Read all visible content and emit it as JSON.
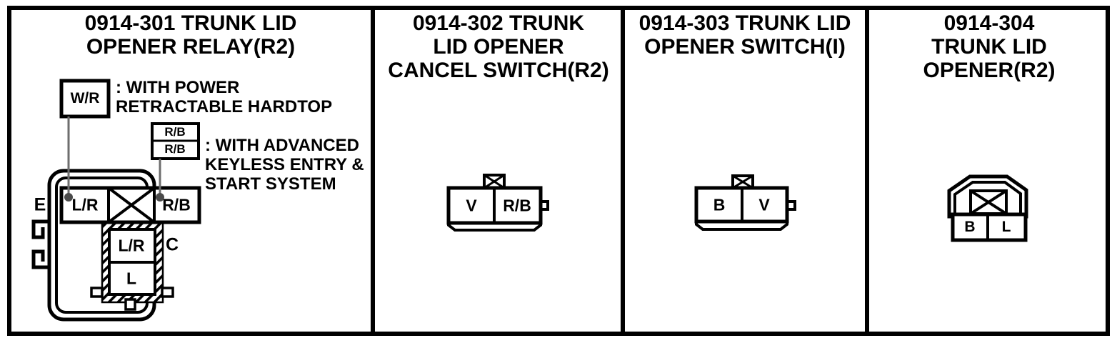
{
  "panels": [
    {
      "code": "0914-301",
      "title": "0914-301 TRUNK LID\nOPENER RELAY(R2)",
      "legend": [
        {
          "box": "W/R",
          "note": ": WITH POWER\nRETRACTABLE HARDTOP"
        },
        {
          "box_top": "R/B",
          "box_bottom": "R/B",
          "note": ": WITH ADVANCED\nKEYLESS ENTRY &\nSTART SYSTEM"
        }
      ],
      "relay": {
        "left_terminal": "E",
        "right_terminal": "C",
        "contact_row": [
          "L/R",
          "R/B"
        ],
        "coil_box": [
          "L/R",
          "L"
        ]
      }
    },
    {
      "code": "0914-302",
      "title": "0914-302 TRUNK\nLID OPENER\nCANCEL SWITCH(R2)",
      "connector": {
        "cells": [
          "V",
          "R/B"
        ]
      }
    },
    {
      "code": "0914-303",
      "title": "0914-303 TRUNK LID\nOPENER SWITCH(I)",
      "connector": {
        "cells": [
          "B",
          "V"
        ]
      }
    },
    {
      "code": "0914-304",
      "title": "0914-304 TRUNK LID\nOPENER(R2)",
      "connector": {
        "cells": [
          "B",
          "L"
        ]
      }
    }
  ],
  "colors": {
    "line": "#000000",
    "background": "#ffffff",
    "wire": "#6e6e6e",
    "junction_dot": "#4a4a4a"
  }
}
